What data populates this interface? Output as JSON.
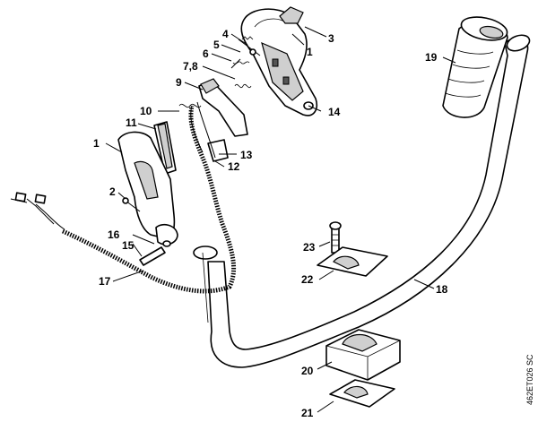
{
  "callouts": {
    "c1a": "1",
    "c1b": "1",
    "c2": "2",
    "c3": "3",
    "c4": "4",
    "c5": "5",
    "c6": "6",
    "c78": "7,8",
    "c9": "9",
    "c10": "10",
    "c11": "11",
    "c12": "12",
    "c13": "13",
    "c14": "14",
    "c15": "15",
    "c16": "16",
    "c17": "17",
    "c18": "18",
    "c19": "19",
    "c20": "20",
    "c21": "21",
    "c22": "22",
    "c23": "23"
  },
  "reference_code": "462ET026 SC"
}
